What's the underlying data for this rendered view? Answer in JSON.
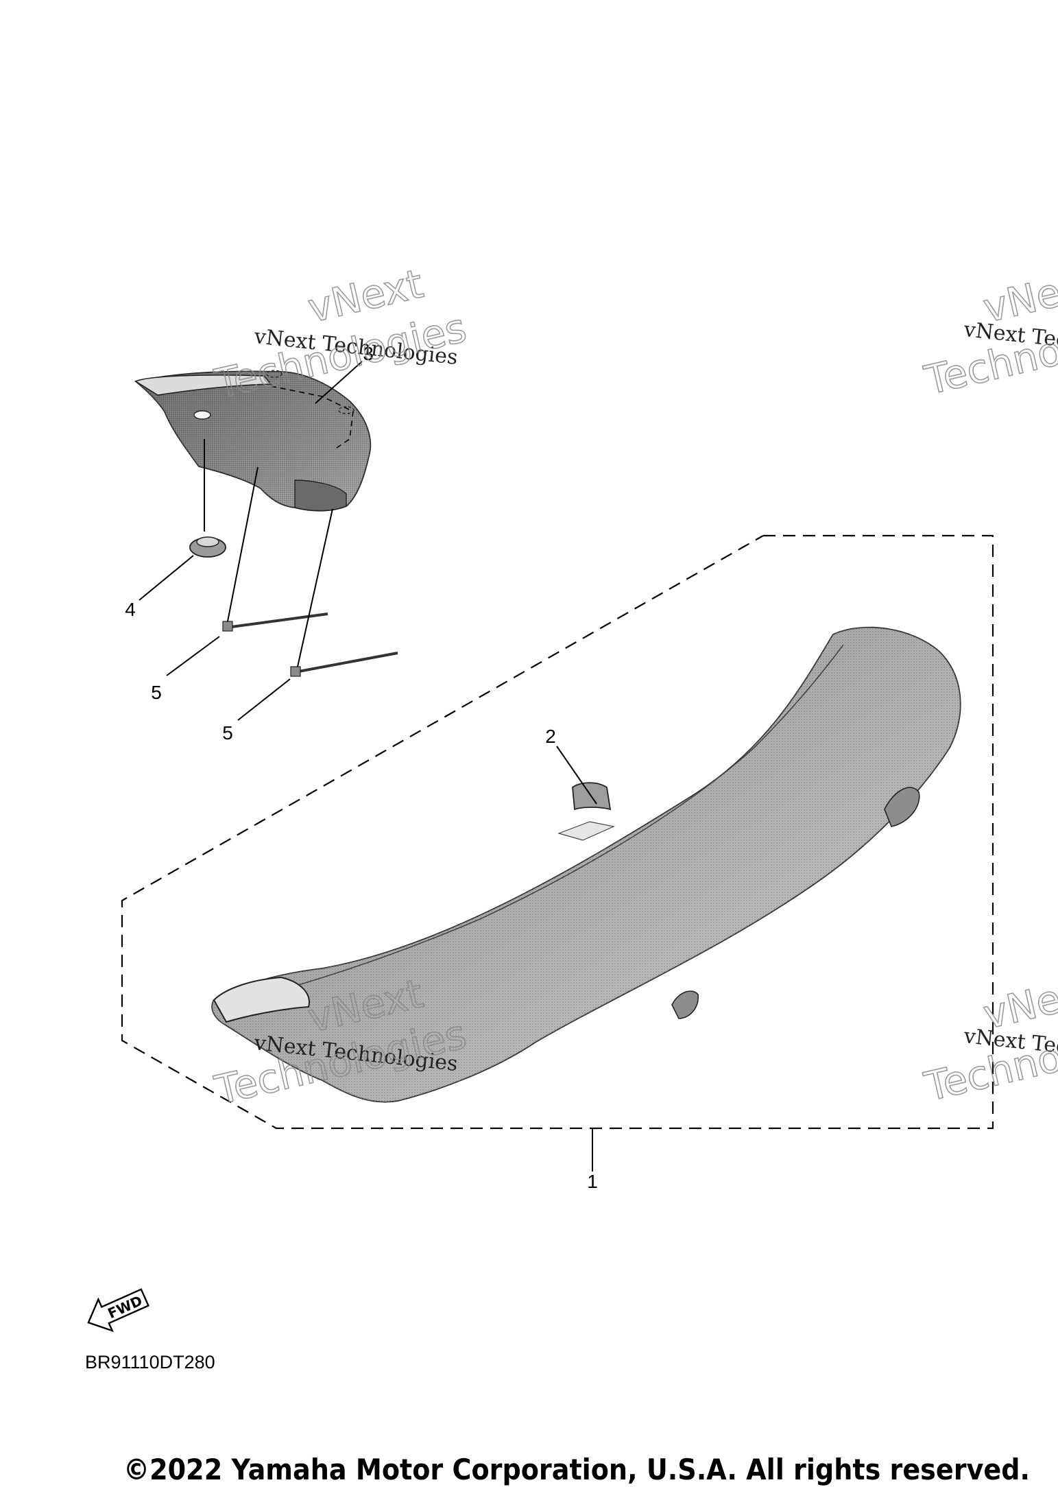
{
  "callouts": [
    "1",
    "2",
    "3",
    "4",
    "5",
    "5"
  ],
  "watermark": {
    "line": "vNext Technologies",
    "word1": "vNext",
    "word2": "Technologies"
  },
  "fwd_label": "FWD",
  "diagram_code": "BR91110DT280",
  "copyright": "©2022 Yamaha Motor Corporation, U.S.A. All rights reserved.",
  "colors": {
    "line": "#000000",
    "part_fill": "#b9b9b9",
    "part_dark": "#7a7a7a",
    "background": "#ffffff"
  }
}
